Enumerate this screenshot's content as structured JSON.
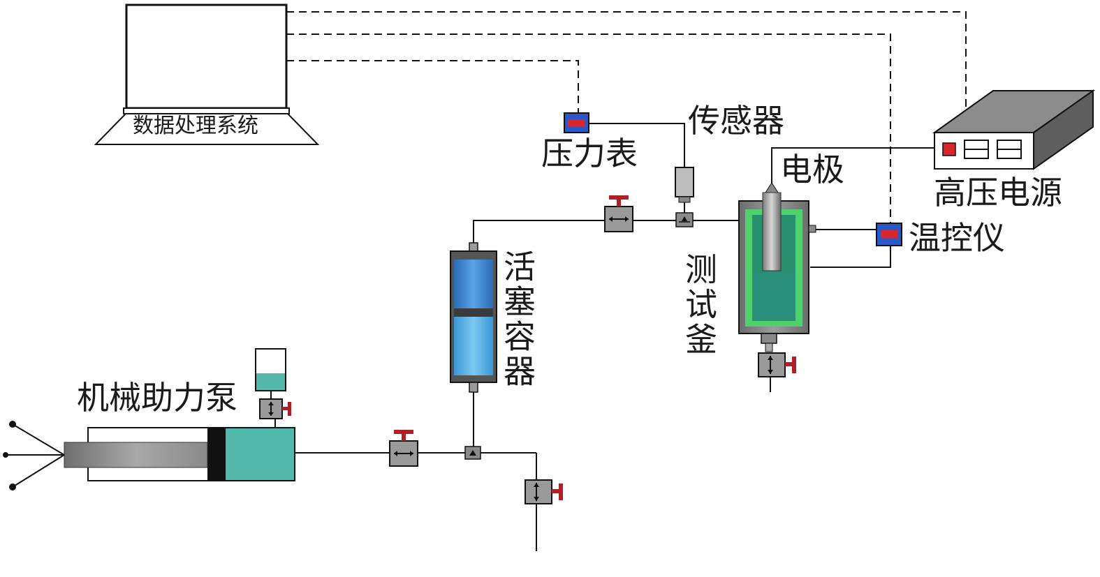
{
  "labels": {
    "data_system": "数据处理系统",
    "pressure_gauge": "压力表",
    "sensor": "传感器",
    "electrode": "电极",
    "hv_power": "高压电源",
    "temp_controller": "温控仪",
    "test_kettle": "测试釜",
    "piston_container": "活塞容器",
    "mech_pump": "机械助力泵"
  },
  "colors": {
    "line": "#111111",
    "valve_body": "#9a9a9a",
    "valve_handle": "#b01e2a",
    "gauge_blue": "#2b57c8",
    "gauge_red": "#d8262e",
    "piston_blue": "#3a8fd8",
    "liquid_teal": "#52b8ac",
    "heater_green": "#4fd16b",
    "hv_red": "#d8262e"
  }
}
